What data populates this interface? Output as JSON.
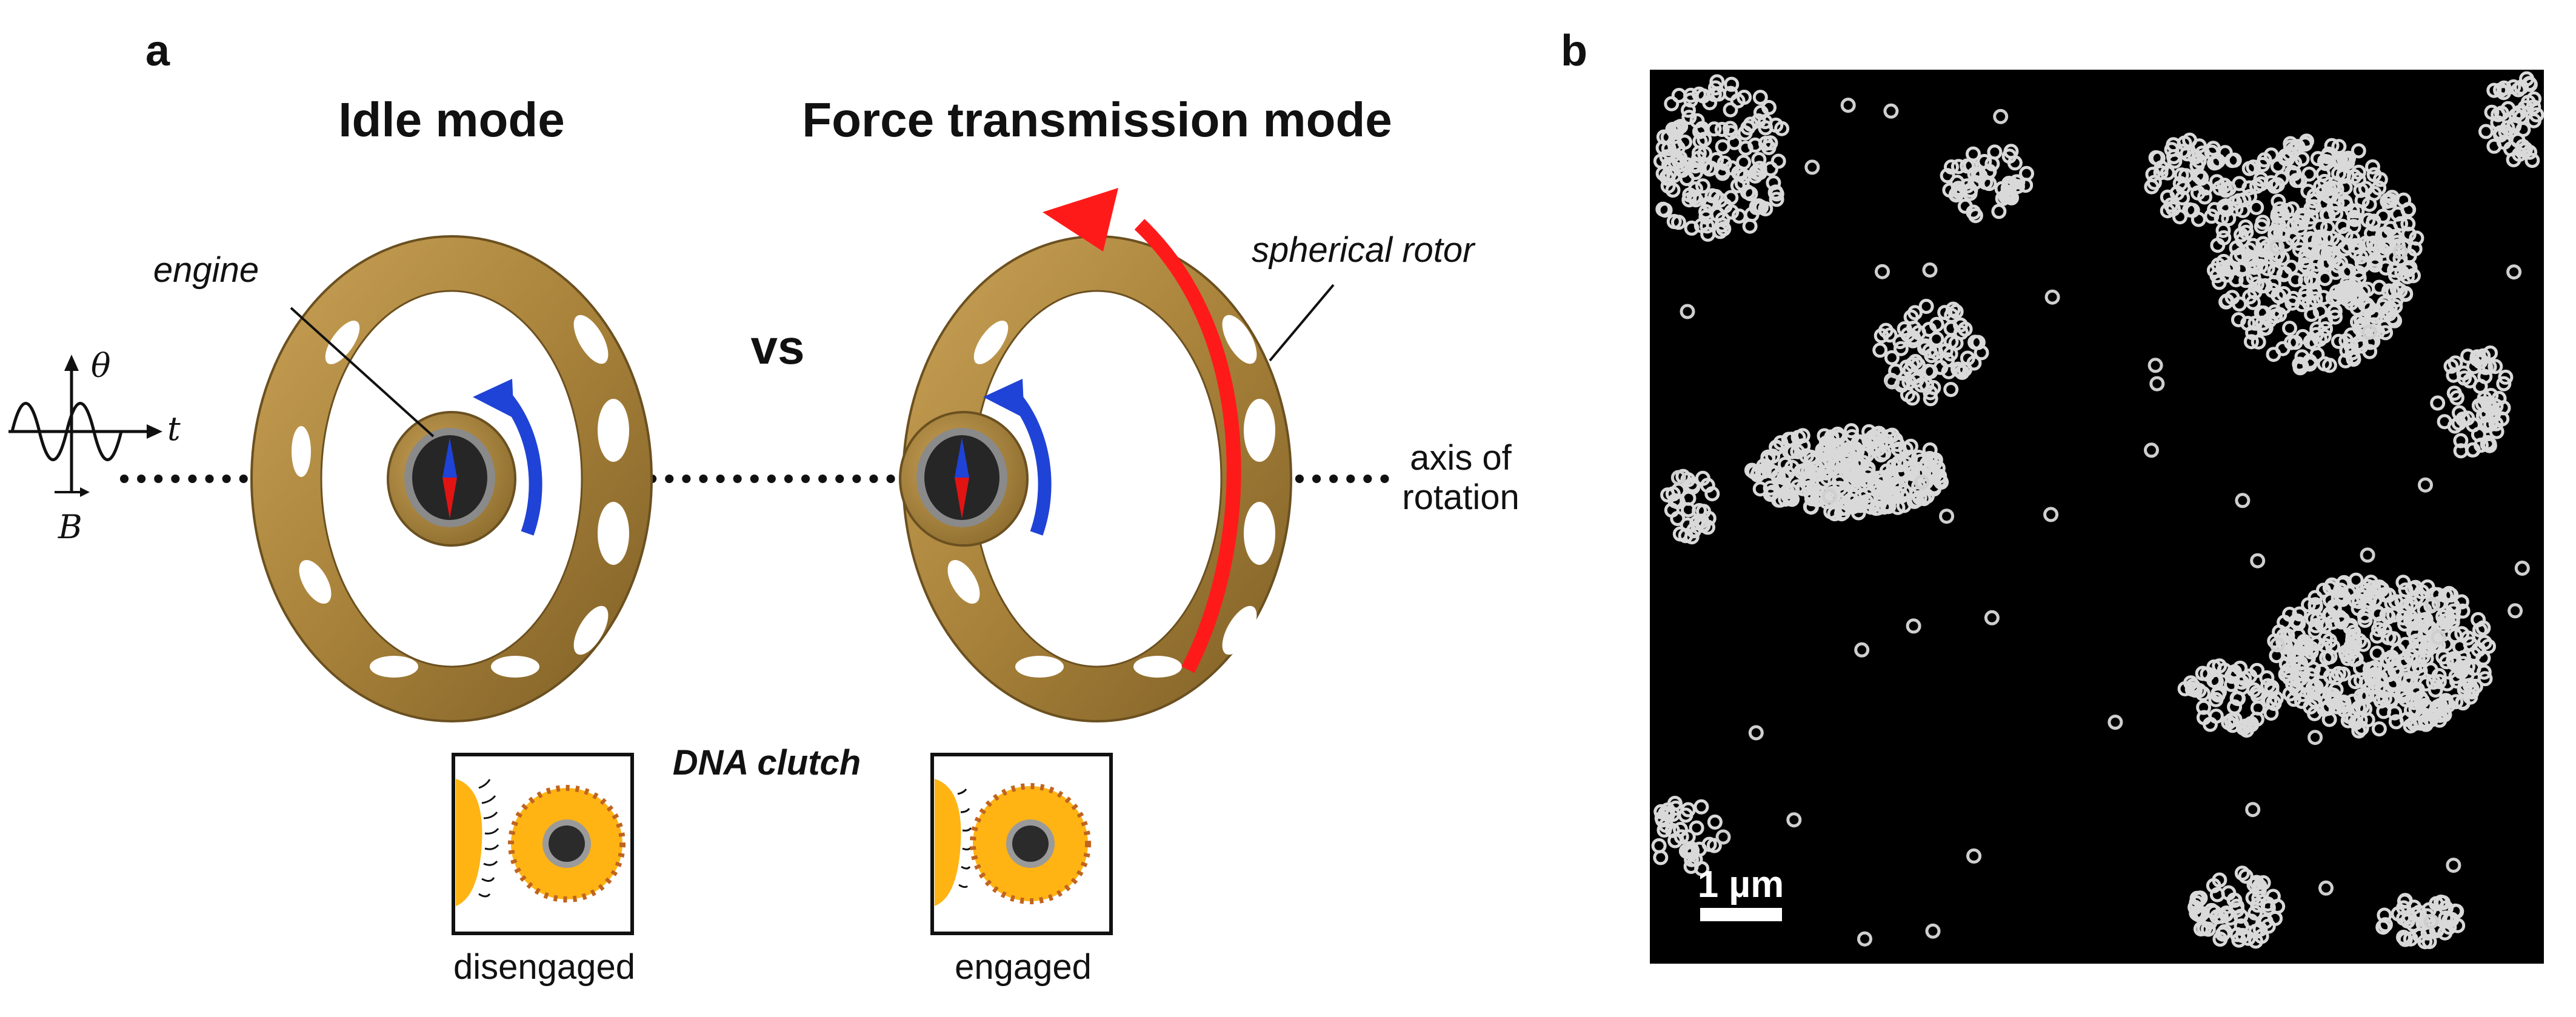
{
  "panel_a": {
    "letter": "a",
    "idle_title": "Idle mode",
    "force_title": "Force transmission mode",
    "vs": "vs",
    "engine_label": "engine",
    "rotor_label": "spherical rotor",
    "axis_label_line1": "axis of",
    "axis_label_line2": "rotation",
    "field_theta": "θ",
    "field_t": "t",
    "field_b": "B",
    "clutch_title": "DNA clutch",
    "disengaged_label": "disengaged",
    "engaged_label": "engaged"
  },
  "panel_b": {
    "letter": "b",
    "scale_bar_label": "1 µm"
  },
  "colors": {
    "rotor_gold": "#b08a3e",
    "rotation_blue": "#1f43d6",
    "force_red": "#ff1a1a",
    "clutch_yellow": "#ffb414",
    "micrograph_bg": "#000000"
  },
  "icons": [
    "magnetic-field-wave-icon",
    "compass-needle-icon",
    "rotation-arrow-icon"
  ]
}
